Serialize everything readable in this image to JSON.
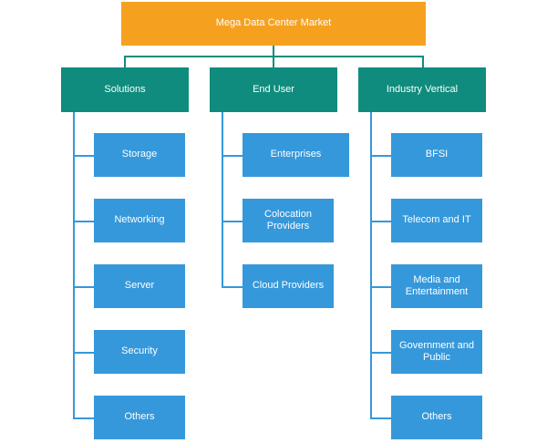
{
  "root": {
    "label": "Mega Data Center Market"
  },
  "categories": [
    {
      "label": "Solutions",
      "items": [
        "Storage",
        "Networking",
        "Server",
        "Security",
        "Others"
      ]
    },
    {
      "label": "End User",
      "items": [
        "Enterprises",
        "Colocation Providers",
        "Cloud Providers"
      ]
    },
    {
      "label": "Industry Vertical",
      "items": [
        "BFSI",
        "Telecom and IT",
        "Media and Entertainment",
        "Government and Public",
        "Others"
      ]
    }
  ],
  "colors": {
    "root": "#F5A11F",
    "category": "#0F8C7D",
    "leaf": "#3598DB"
  }
}
